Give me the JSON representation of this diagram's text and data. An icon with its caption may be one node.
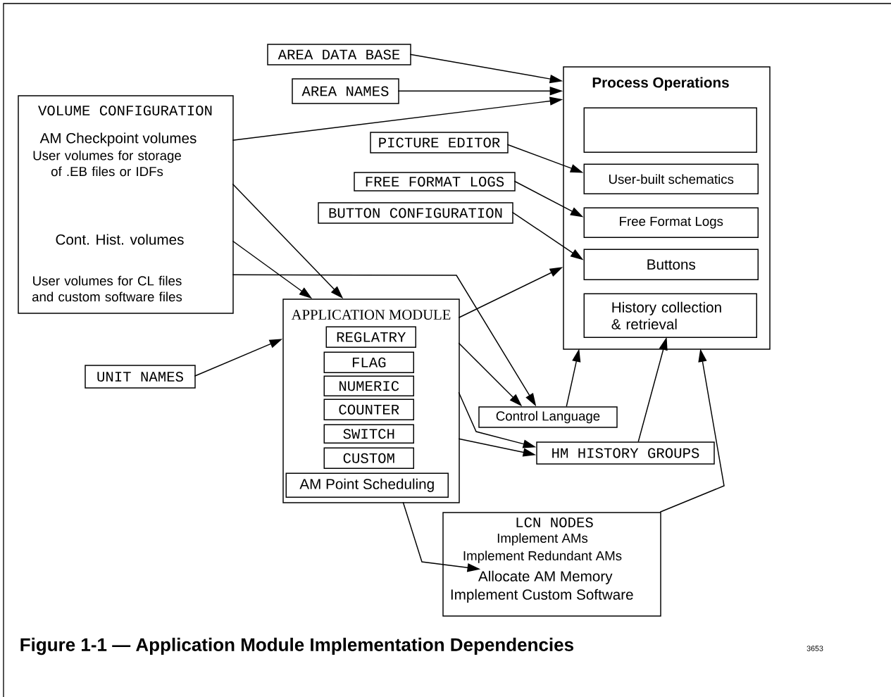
{
  "diagram": {
    "caption": "Figure 1-1 — Application Module Implementation Dependencies",
    "nodes": [
      {
        "text": [
          "AREA DATA BASE"
        ]
      },
      {
        "text": [
          "AREA NAMES"
        ]
      },
      {
        "text": [
          "VOLUME CONFIGURATION",
          "AM Checkpoint volumes",
          "User volumes for storage of .EB files or IDFs",
          "Cont. Hist. volumes",
          "User volumes for CL files and custom software files"
        ]
      },
      {
        "text": [
          "Process Operations"
        ]
      },
      {
        "text": [],
        "shape": "box",
        "in": 3
      },
      {
        "text": [
          "User-built schematics"
        ],
        "in": 3
      },
      {
        "text": [
          "Free Format Logs"
        ],
        "in": 3
      },
      {
        "text": [
          "Buttons"
        ],
        "in": 3
      },
      {
        "text": [
          "History collection & retrieval"
        ],
        "in": 3
      },
      {
        "text": [
          "PICTURE EDITOR"
        ]
      },
      {
        "text": [
          "FREE FORMAT LOGS"
        ]
      },
      {
        "text": [
          "BUTTON CONFIGURATION"
        ]
      },
      {
        "text": [
          "APPLICATION MODULE"
        ]
      },
      {
        "text": [
          "REGLATRY"
        ],
        "in": 12
      },
      {
        "text": [
          "FLAG"
        ],
        "in": 12
      },
      {
        "text": [
          "NUMERIC"
        ],
        "in": 12
      },
      {
        "text": [
          "COUNTER"
        ],
        "in": 12
      },
      {
        "text": [
          "SWITCH"
        ],
        "in": 12
      },
      {
        "text": [
          "CUSTOM"
        ],
        "in": 12
      },
      {
        "text": [
          "AM Point Scheduling"
        ],
        "in": 12
      },
      {
        "text": [
          "UNIT NAMES"
        ]
      },
      {
        "text": [
          "Control Language"
        ]
      },
      {
        "text": [
          "HM HISTORY GROUPS"
        ]
      },
      {
        "text": [
          "LCN NODES",
          "Implement AMs",
          "Implement Redundant AMs"
        ]
      },
      {
        "text": [
          "Allocate AM Memory"
        ],
        "in": 23
      },
      {
        "text": [
          "Implement Custom Software"
        ],
        "in": 23
      }
    ],
    "edges": [
      {
        "from": 0,
        "to": 3,
        "arrow": "to"
      },
      {
        "from": 1,
        "to": 3,
        "arrow": "to"
      },
      {
        "from": 2,
        "to": 3,
        "arrow": "to"
      },
      {
        "from": 9,
        "to": 5,
        "arrow": "to"
      },
      {
        "from": 10,
        "to": 6,
        "arrow": "to"
      },
      {
        "from": 11,
        "to": 7,
        "arrow": "to"
      },
      {
        "from": 2,
        "to": 12,
        "arrow": "to"
      },
      {
        "from": 2,
        "to": 12,
        "arrow": "to"
      },
      {
        "from": 2,
        "to": 21,
        "arrow": "to"
      },
      {
        "from": 20,
        "to": 12,
        "arrow": "to"
      },
      {
        "from": 12,
        "to": 3,
        "arrow": "to"
      },
      {
        "from": 12,
        "to": 21,
        "arrow": "to"
      },
      {
        "from": 12,
        "to": 22,
        "arrow": "to"
      },
      {
        "from": 12,
        "to": 22,
        "arrow": "to"
      },
      {
        "from": 21,
        "to": 3,
        "arrow": "to"
      },
      {
        "from": 22,
        "to": 8,
        "arrow": "to"
      },
      {
        "from": 23,
        "to": 3,
        "arrow": "to"
      },
      {
        "from": 12,
        "to": 24,
        "arrow": "to"
      }
    ],
    "labels": [
      "3653"
    ]
  }
}
